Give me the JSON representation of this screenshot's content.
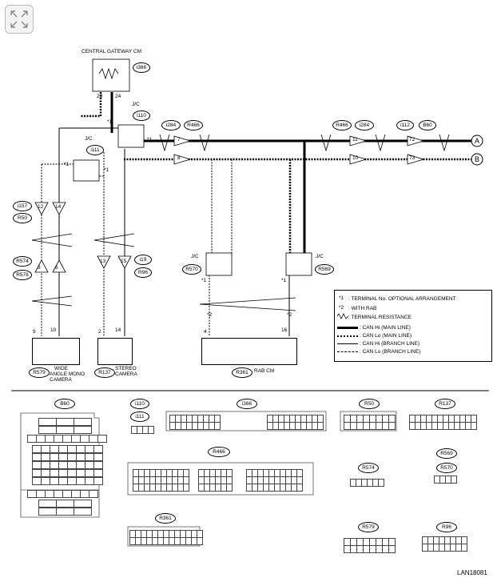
{
  "modules": {
    "gateway": "CENTRAL GATEWAY CM",
    "rab": "RAB CM",
    "wide_angle_1": "WIDE",
    "wide_angle_2": "ANGLE MONO",
    "wide_angle_3": "CAMERA",
    "stereo_1": "STEREO",
    "stereo_2": "CAMERA"
  },
  "connectors": {
    "i366": "i366",
    "i110": "i110",
    "i111": "i111",
    "i284": "i284",
    "r466": "R466",
    "r466b": "R466",
    "i284b": "i284",
    "i112": "i112",
    "b60": "B60",
    "i157": "i157",
    "r50": "R50",
    "r574": "R574",
    "r578": "R578",
    "i19": "i19",
    "r96": "R96",
    "r570": "R570",
    "r569": "R569",
    "r579": "R579",
    "r137": "R137",
    "r361": "R361"
  },
  "jc": "J/C",
  "terminals": {
    "t23": "23",
    "t24": "24",
    "t7": "7",
    "t8": "8",
    "t12a": "12",
    "t14": "14",
    "t15": "15",
    "t6": "6",
    "t2": "2",
    "t9": "9",
    "t10": "10",
    "t14b": "14",
    "t4": "4",
    "t16": "16",
    "t11": "11",
    "t10b": "10",
    "t72": "72",
    "t73": "73",
    "t12": "12",
    "t3": "3",
    "t13": "13"
  },
  "star1": "*1",
  "star2": "*2",
  "points": {
    "a": "A",
    "b": "B"
  },
  "legend": {
    "l1": ": TERMINAL No. OPTIONAL ARRANGEMENT",
    "l2": ": WITH RAB",
    "l3": ": TERMINAL RESISTANCE",
    "l4": ": CAN Hi (MAIN LINE)",
    "l5": ": CAN Lo (MAIN LINE)",
    "l6": ": CAN Hi (BRANCH LINE)",
    "l7": ": CAN Lo (BRANCH LINE)"
  },
  "bottom": {
    "b60": "B60",
    "i110": "i110",
    "i111": "i111",
    "i366": "i366",
    "r50": "R50",
    "r137": "R137",
    "r466": "R466",
    "r574": "R574",
    "r569": "R569",
    "r570": "R570",
    "r361": "R361",
    "r579": "R579",
    "r96": "R96"
  },
  "code": "LAN18081"
}
